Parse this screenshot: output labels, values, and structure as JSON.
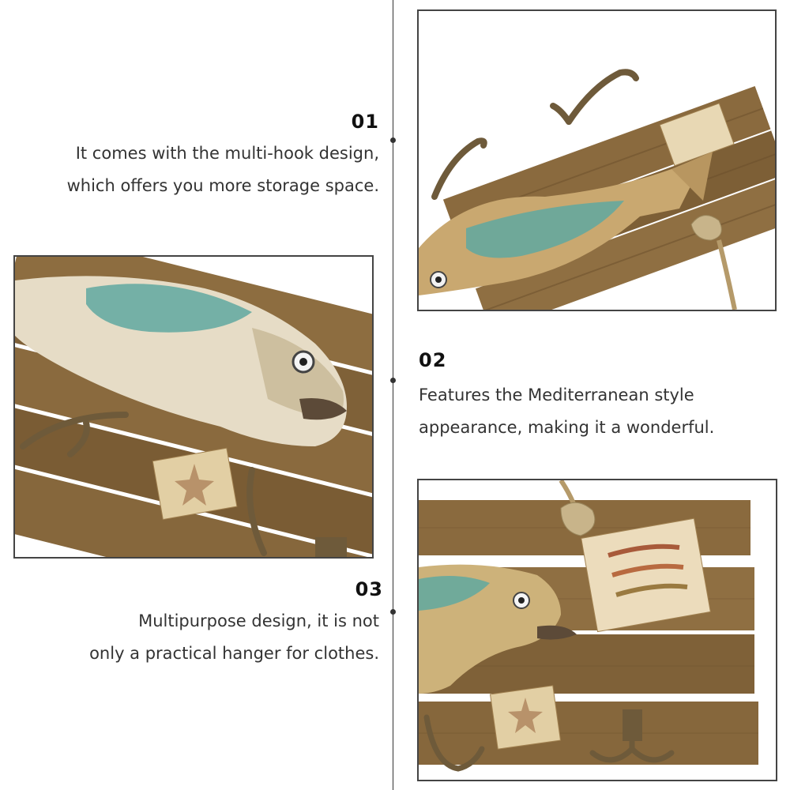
{
  "features": [
    {
      "number": "01",
      "lines": [
        "It comes with the multi-hook design,",
        "which offers you more storage space."
      ]
    },
    {
      "number": "02",
      "lines": [
        "Features the Mediterranean style",
        "appearance, making it a wonderful."
      ]
    },
    {
      "number": "03",
      "lines": [
        "Multipurpose design, it is not",
        "only a practical hanger for clothes."
      ]
    }
  ],
  "photos": [
    {
      "name": "photo-multi-hook",
      "subject": "fish-wall-hook-rack-top-view"
    },
    {
      "name": "photo-fish-closeup",
      "subject": "fish-head-closeup"
    },
    {
      "name": "photo-rack-front",
      "subject": "rack-front-with-lure-card"
    }
  ],
  "colors": {
    "line": "#333333",
    "wood": "#8a6a3e",
    "fish_teal": "#5fa8a0",
    "fish_belly": "#e8dcc4"
  }
}
